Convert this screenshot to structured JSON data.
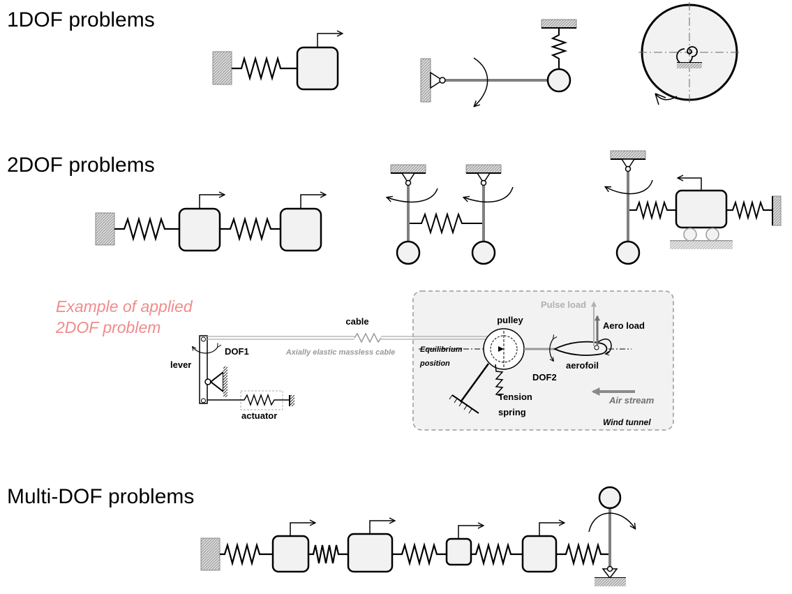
{
  "headings": {
    "one_dof": "1DOF problems",
    "two_dof": "2DOF problems",
    "multi_dof": "Multi-DOF problems"
  },
  "example": {
    "line1": "Example of applied",
    "line2": "2DOF problem"
  },
  "labels": {
    "cable": "cable",
    "axially_elastic": "Axially elastic massless cable",
    "pulley": "pulley",
    "pulse_load": "Pulse load",
    "aero_load": "Aero load",
    "dof1": "DOF1",
    "lever": "lever",
    "actuator": "actuator",
    "equilibrium": "Equilibrium",
    "position": "position",
    "dof2": "DOF2",
    "aerofoil": "aerofoil",
    "tension": "Tension",
    "spring": "spring",
    "air_stream": "Air stream",
    "wind_tunnel": "Wind tunnel"
  },
  "colors": {
    "example_text": "#f08c8c",
    "mass_fill": "#f2f2f2",
    "rod": "#808080",
    "tunnel_bg": "#f2f2f2",
    "pulse_load": "#b0b0b0",
    "aero_load": "#707070"
  }
}
